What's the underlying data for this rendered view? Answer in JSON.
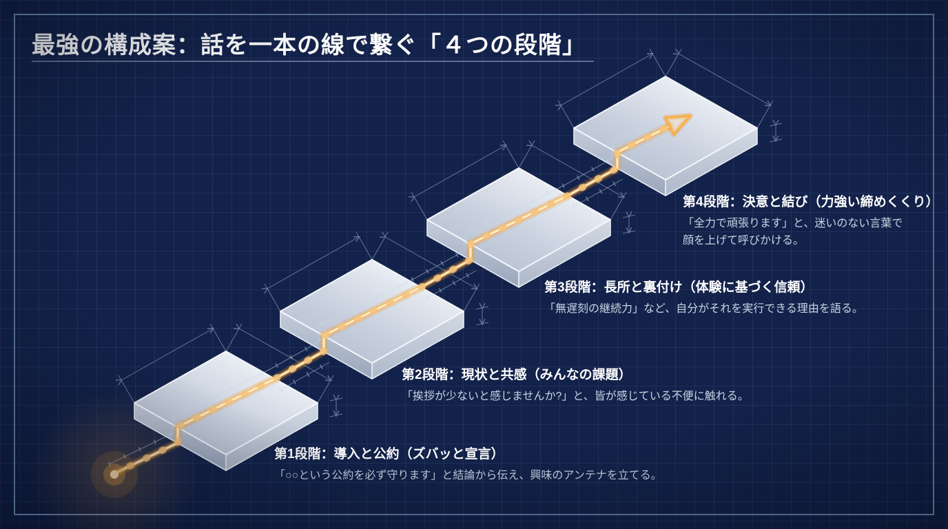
{
  "title": {
    "text": "最強の構成案：話を一本の線で繋ぐ「４つの段階」"
  },
  "diagram": {
    "type": "isometric-blueprint-steps",
    "stage_count": 4,
    "flow_direction": "bottom-left to top-right"
  },
  "stages": [
    {
      "heading": "第1段階：導入と公約（ズバッと宣言）",
      "body": "「○○という公約を必ず守ります」と結論から伝え、興味のアンテナを立てる。"
    },
    {
      "heading": "第2段階：現状と共感（みんなの課題）",
      "body": "「挨拶が少ないと感じませんか?」と、皆が感じている不便に触れる。"
    },
    {
      "heading": "第3段階：長所と裏付け（体験に基づく信頼）",
      "body": "「無遅刻の継続力」など、自分がそれを実行できる理由を語る。"
    },
    {
      "heading": "第4段階：決意と結び（力強い締めくくり）",
      "body": "「全力で頑張ります」と、迷いのない言葉で\n顔を上げて呼びかける。"
    }
  ],
  "colors": {
    "background": "#13224a",
    "grid_line": "#7da5e1",
    "frame_border": "#91afd7",
    "accent_orange": "#f6b045",
    "flow_core": "#ffe9c2",
    "platform_fill": "#cdd5e2",
    "heading_text": "#ffffff",
    "body_text": "#c8d3e2",
    "dimension_line": "#a8bedd"
  }
}
